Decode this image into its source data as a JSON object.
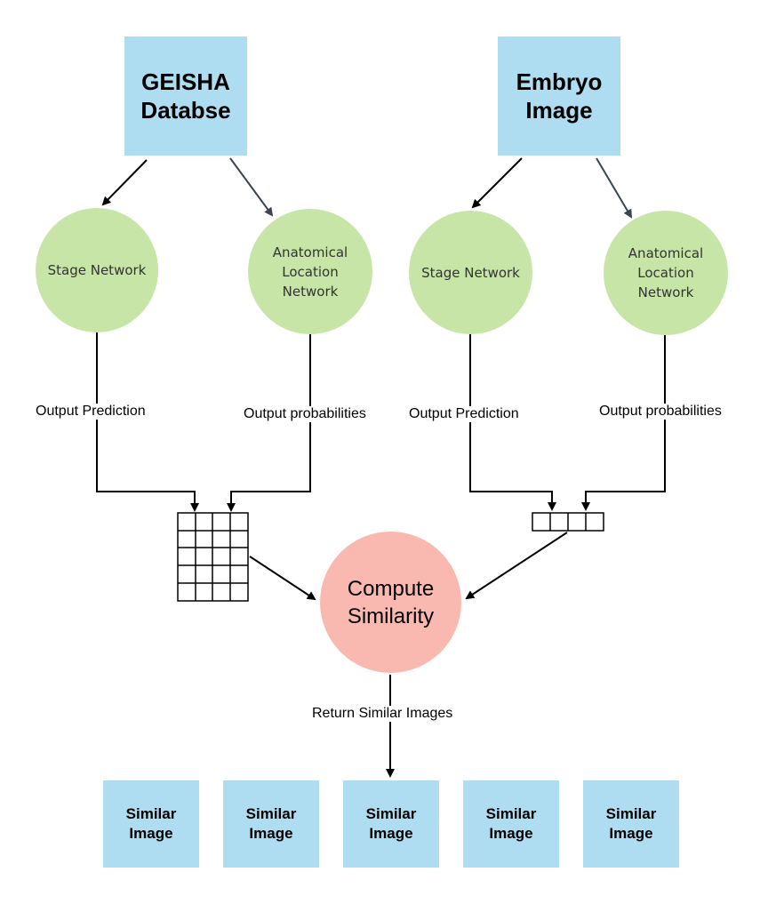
{
  "inputs": {
    "geisha": "GEISHA\nDatabse",
    "embryo": "Embryo\nImage"
  },
  "networks": {
    "left_stage": "Stage Network",
    "left_anatomical": "Anatomical\nLocation\nNetwork",
    "right_stage": "Stage Network",
    "right_anatomical": "Anatomical\nLocation\nNetwork"
  },
  "edge_labels": {
    "left_prediction": "Output Prediction",
    "left_probabilities": "Output probabilities",
    "right_prediction": "Output Prediction",
    "right_probabilities": "Output probabilities",
    "return": "Return Similar Images"
  },
  "compute": "Compute\nSimilarity",
  "results": [
    "Similar\nImage",
    "Similar\nImage",
    "Similar\nImage",
    "Similar\nImage",
    "Similar\nImage"
  ],
  "colors": {
    "input_box": "#aedcf0",
    "network_circle": "#c6e5a6",
    "compute_circle": "#f9b9b0",
    "arrow_dark": "#000000",
    "arrow_slate": "#3a4452"
  }
}
